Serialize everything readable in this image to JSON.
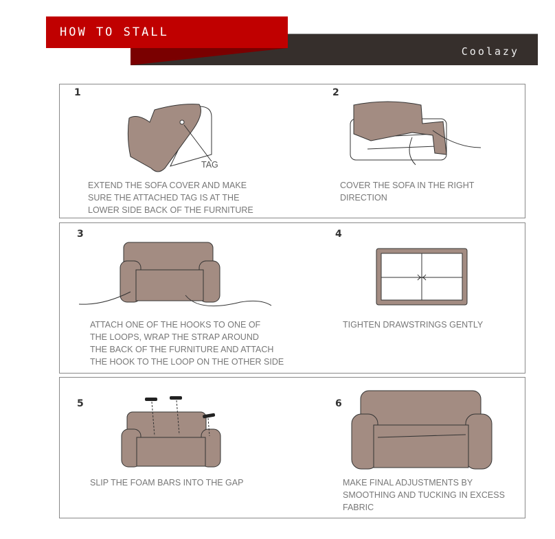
{
  "header": {
    "title": "HOW TO STALL",
    "brand": "Coolazy"
  },
  "colors": {
    "red": "#c00000",
    "dark": "#362f2c",
    "sofa": "#a38c82"
  },
  "steps": [
    {
      "number": "1",
      "lines": [
        "EXTEND THE SOFA COVER AND MAKE",
        "SURE THE ATTACHED TAG IS AT THE",
        "LOWER SIDE BACK OF THE FURNITURE"
      ],
      "label": "TAG"
    },
    {
      "number": "2",
      "lines": [
        "COVER THE SOFA IN THE RIGHT",
        "DIRECTION"
      ]
    },
    {
      "number": "3",
      "lines": [
        "ATTACH ONE OF THE HOOKS TO ONE OF",
        "THE LOOPS, WRAP THE STRAP AROUND",
        "THE BACK OF THE FURNITURE AND ATTACH",
        "THE HOOK TO THE LOOP ON THE OTHER SIDE"
      ]
    },
    {
      "number": "4",
      "lines": [
        "TIGHTEN DRAWSTRINGS GENTLY"
      ]
    },
    {
      "number": "5",
      "lines": [
        "SLIP THE FOAM BARS INTO THE GAP"
      ]
    },
    {
      "number": "6",
      "lines": [
        "MAKE FINAL ADJUSTMENTS BY",
        "SMOOTHING AND TUCKING IN EXCESS",
        "FABRIC"
      ]
    }
  ]
}
